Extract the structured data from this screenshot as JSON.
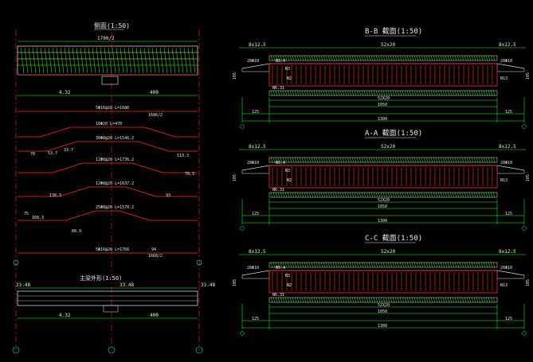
{
  "colors": {
    "background": "#000000",
    "white": "#e8e8e8",
    "red": "#ff2a2a",
    "green": "#2cff2c",
    "yellow": "#ffff3a",
    "cyan": "#2cd8d8",
    "blue": "#3b6bff"
  },
  "left_panel": {
    "top_title": "侧面(1:50)",
    "top_dim": "1700/2",
    "width_42": "4.32",
    "width_400": "400",
    "bottom_title": "主梁外形(1:50)",
    "bottom_dim_left": "33.48",
    "bottom_dim_mid": "33.48",
    "bottom_dim_right": "33.48",
    "bottom_w1": "4.32",
    "bottom_w2": "400",
    "bars": [
      "5Φ16@20  L=1686",
      "10Φ20 L=470",
      "30Φ8@20 L=1546.2",
      "12Φ8@20 L=1736.2",
      "12Φ8@20 L=1637.2",
      "25Φ8@20 L=1570.2",
      "5Φ16@20 L=1766"
    ],
    "right_annotations": [
      "1686/2",
      "1668/2"
    ],
    "dims_small": [
      "70",
      "53.7",
      "33.7",
      "78.3",
      "138.3",
      "168.3",
      "93",
      "75",
      "80.9",
      "113.3",
      "94"
    ]
  },
  "sections": [
    {
      "title": "B-B 截面(1:50)",
      "left_tag": "8x12.5",
      "mid_tag": "52x20",
      "right_tag": "8x12.5",
      "label_a": "N3",
      "label_b": "N2",
      "label_c": "N13",
      "dim_inner": "52X20",
      "dim_mid": "1050",
      "dim_side": "125",
      "dim_total": "1300",
      "height_left": "105",
      "height_right": "105",
      "phi_left": "28Φ10",
      "phi_right": "28Φ10",
      "mid_label_inner": "N9.4",
      "bot_label_inner": "N6.31"
    },
    {
      "title": "A-A 截面(1:50)",
      "left_tag": "8x12.5",
      "mid_tag": "52x20",
      "right_tag": "8x12.5",
      "label_a": "N3",
      "label_b": "N2",
      "label_c": "N13",
      "dim_inner": "52X20",
      "dim_mid": "1050",
      "dim_side": "125",
      "dim_total": "1300",
      "height_left": "105",
      "height_right": "105",
      "phi_left": "28Φ10",
      "phi_right": "28Φ10",
      "mid_label_inner": "N9.4",
      "bot_label_inner": "N6.31"
    },
    {
      "title": "C-C 截面(1:50)",
      "left_tag": "8x12.5",
      "mid_tag": "52x20",
      "right_tag": "8x12.5",
      "label_a": "N3",
      "label_b": "N2",
      "label_c": "N13",
      "dim_inner": "52X20",
      "dim_mid": "1050",
      "dim_side": "125",
      "dim_total": "1300",
      "height_left": "105",
      "height_right": "105",
      "phi_left": "28Φ10",
      "phi_right": "28Φ10",
      "mid_label_inner": "N9.4",
      "bot_label_inner": "N6.31"
    }
  ]
}
